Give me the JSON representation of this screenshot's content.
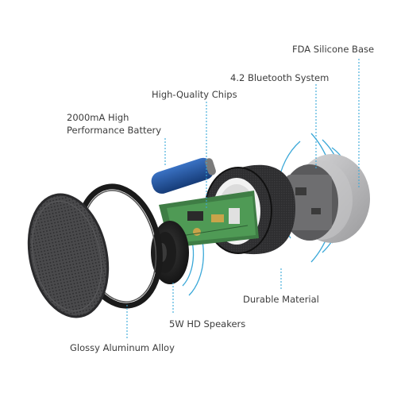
{
  "labels": {
    "silicone_base": "FDA Silicone Base",
    "bluetooth_system": "4.2  Bluetooth System",
    "chips": "High-Quality Chips",
    "battery_line1": "2000mA High",
    "battery_line2": "Performance Battery",
    "durable_material": "Durable Material",
    "speakers": "5W HD Speakers",
    "aluminum_alloy": "Glossy Aluminum Alloy"
  },
  "colors": {
    "accent": "#3aa8d8",
    "battery": "#1f4f9a",
    "pcb": "#3f7d45",
    "body": "#2a2a2a",
    "silicone": "#b7b7b9"
  }
}
